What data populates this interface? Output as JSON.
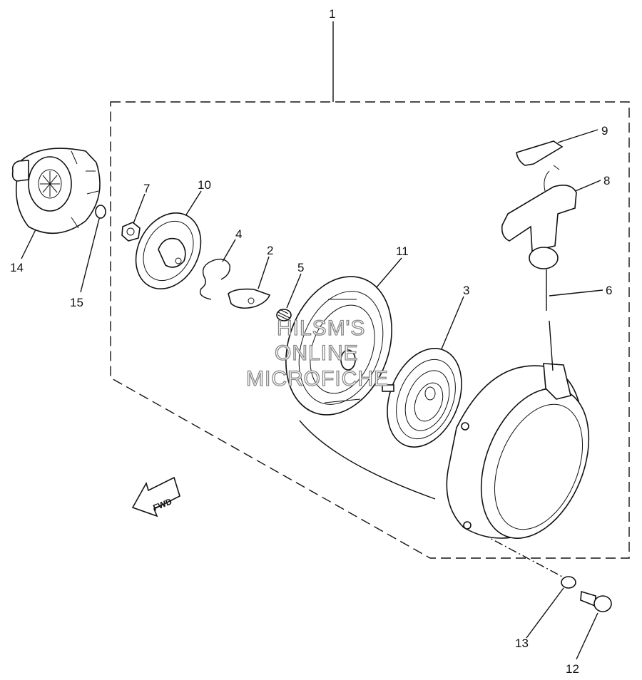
{
  "diagram": {
    "callouts": [
      {
        "id": "c1",
        "label": "1"
      },
      {
        "id": "c2",
        "label": "2"
      },
      {
        "id": "c3",
        "label": "3"
      },
      {
        "id": "c4",
        "label": "4"
      },
      {
        "id": "c5",
        "label": "5"
      },
      {
        "id": "c6",
        "label": "6"
      },
      {
        "id": "c7",
        "label": "7"
      },
      {
        "id": "c8",
        "label": "8"
      },
      {
        "id": "c9",
        "label": "9"
      },
      {
        "id": "c10",
        "label": "10"
      },
      {
        "id": "c11",
        "label": "11"
      },
      {
        "id": "c12",
        "label": "12"
      },
      {
        "id": "c13",
        "label": "13"
      },
      {
        "id": "c14",
        "label": "14"
      },
      {
        "id": "c15",
        "label": "15"
      }
    ],
    "direction_arrow": "FWD",
    "watermark": [
      "HILSM'S",
      "ONLINE",
      "MICROFICHE"
    ]
  }
}
